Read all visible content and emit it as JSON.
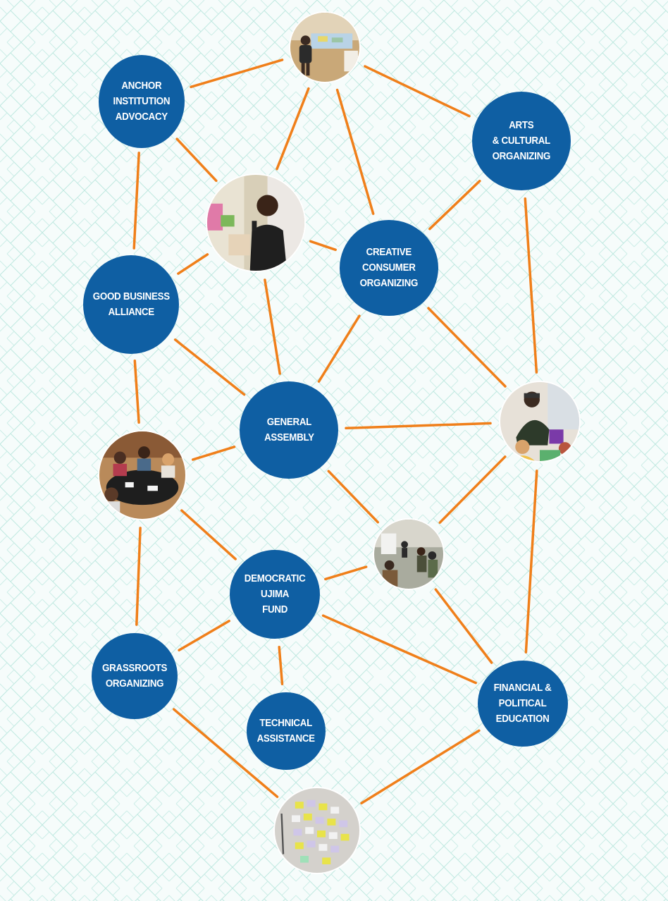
{
  "diagram": {
    "colors": {
      "node_fill": "#0f5fa3",
      "node_text": "#ffffff",
      "edge": "#f07f1a",
      "background": "#f6fcfb",
      "pattern": "#bfe8e0"
    },
    "nodes": {
      "anchor": "ANCHOR\nINSTITUTION\nADVOCACY",
      "arts": "ARTS\n& CULTURAL\nORGANIZING",
      "creative": "CREATIVE\nCONSUMER\nORGANIZING",
      "gba": "GOOD BUSINESS\nALLIANCE",
      "ga": "GENERAL\nASSEMBLY",
      "duf": "DEMOCRATIC\nUJIMA\nFUND",
      "grass": "GRASSROOTS\nORGANIZING",
      "tech": "TECHNICAL\nASSISTANCE",
      "fin": "FINANCIAL &\nPOLITICAL\nEDUCATION"
    },
    "photos": {
      "top": "person-at-table-photo",
      "speaker": "speaker-with-microphone-photo",
      "kids": "adult-with-children-photo",
      "table": "group-at-round-table-photo",
      "meeting": "meeting-room-photo",
      "sticky": "sticky-notes-wall-photo"
    },
    "edges": [
      [
        "anchor",
        "top"
      ],
      [
        "top",
        "arts"
      ],
      [
        "top",
        "speaker"
      ],
      [
        "top",
        "creative"
      ],
      [
        "anchor",
        "speaker"
      ],
      [
        "anchor",
        "gba"
      ],
      [
        "arts",
        "creative"
      ],
      [
        "arts",
        "kids"
      ],
      [
        "speaker",
        "creative"
      ],
      [
        "speaker",
        "gba"
      ],
      [
        "speaker",
        "ga"
      ],
      [
        "gba",
        "ga"
      ],
      [
        "gba",
        "table"
      ],
      [
        "creative",
        "ga"
      ],
      [
        "creative",
        "kids"
      ],
      [
        "ga",
        "kids"
      ],
      [
        "ga",
        "table"
      ],
      [
        "ga",
        "meeting"
      ],
      [
        "table",
        "duf"
      ],
      [
        "table",
        "grass"
      ],
      [
        "kids",
        "meeting"
      ],
      [
        "kids",
        "fin"
      ],
      [
        "meeting",
        "duf"
      ],
      [
        "meeting",
        "fin"
      ],
      [
        "duf",
        "grass"
      ],
      [
        "duf",
        "tech"
      ],
      [
        "duf",
        "fin"
      ],
      [
        "grass",
        "sticky"
      ],
      [
        "fin",
        "sticky"
      ]
    ]
  }
}
